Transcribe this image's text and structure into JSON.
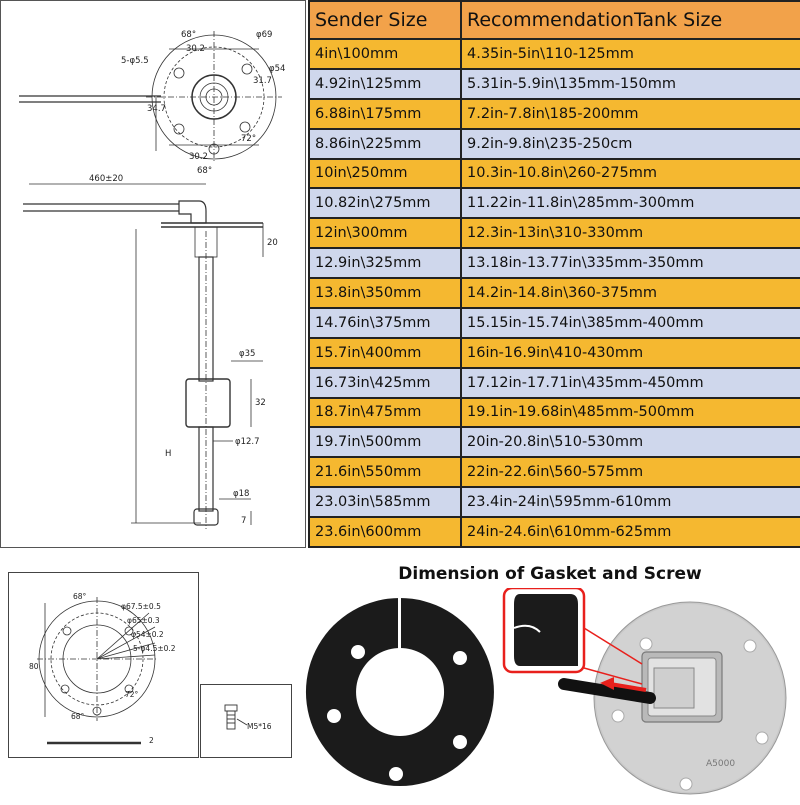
{
  "table": {
    "header": {
      "col1": "Sender Size",
      "col2": "RecommendationTank Size"
    },
    "rows": [
      {
        "sender": "4in\\100mm",
        "tank": "4.35in-5in\\110-125mm",
        "color": "orange"
      },
      {
        "sender": "4.92in\\125mm",
        "tank": "5.31in-5.9in\\135mm-150mm",
        "color": "blue"
      },
      {
        "sender": "6.88in\\175mm",
        "tank": "7.2in-7.8in\\185-200mm",
        "color": "orange"
      },
      {
        "sender": "8.86in\\225mm",
        "tank": "9.2in-9.8in\\235-250cm",
        "color": "blue"
      },
      {
        "sender": "10in\\250mm",
        "tank": "10.3in-10.8in\\260-275mm",
        "color": "orange"
      },
      {
        "sender": "10.82in\\275mm",
        "tank": "11.22in-11.8in\\285mm-300mm",
        "color": "blue"
      },
      {
        "sender": "12in\\300mm",
        "tank": "12.3in-13in\\310-330mm",
        "color": "orange"
      },
      {
        "sender": "12.9in\\325mm",
        "tank": "13.18in-13.77in\\335mm-350mm",
        "color": "blue"
      },
      {
        "sender": "13.8in\\350mm",
        "tank": "14.2in-14.8in\\360-375mm",
        "color": "orange"
      },
      {
        "sender": "14.76in\\375mm",
        "tank": "15.15in-15.74in\\385mm-400mm",
        "color": "blue"
      },
      {
        "sender": "15.7in\\400mm",
        "tank": "16in-16.9in\\410-430mm",
        "color": "orange"
      },
      {
        "sender": "16.73in\\425mm",
        "tank": "17.12in-17.71in\\435mm-450mm",
        "color": "blue"
      },
      {
        "sender": "18.7in\\475mm",
        "tank": "19.1in-19.68in\\485mm-500mm",
        "color": "orange"
      },
      {
        "sender": "19.7in\\500mm",
        "tank": "20in-20.8in\\510-530mm",
        "color": "blue"
      },
      {
        "sender": "21.6in\\550mm",
        "tank": "22in-22.6in\\560-575mm",
        "color": "orange"
      },
      {
        "sender": "23.03in\\585mm",
        "tank": "23.4in-24in\\595mm-610mm",
        "color": "blue"
      },
      {
        "sender": "23.6in\\600mm",
        "tank": "24in-24.6in\\610mm-625mm",
        "color": "orange"
      }
    ]
  },
  "gasket_section": {
    "title": "Dimension of Gasket and Screw"
  },
  "drawing_labels": {
    "angle_68": "68°",
    "angle_72": "72°",
    "dim_30_2": "30.2",
    "dim_31_7": "31.7",
    "dim_5x5_5": "5-φ5.5",
    "dim_d69": "φ69",
    "dim_d54": "φ54",
    "dim_34_7": "34.7",
    "dim_length": "460±20",
    "dim_20": "20",
    "dim_d35": "φ35",
    "dim_32": "32",
    "dim_H": "H",
    "dim_d12_7": "φ12.7",
    "dim_d18": "φ18",
    "dim_7": "7",
    "dim_80": "80",
    "gasket_d1": "φ67.5±0.5",
    "gasket_d2": "φ65±0.3",
    "gasket_d3": "φ54±0.2",
    "gasket_d4": "5-φ4.5±0.2",
    "dim_2": "2",
    "screw": "M5*16"
  },
  "photo_labels": {
    "part_no": "A5000"
  },
  "colors": {
    "orange_row": "#f5b830",
    "blue_row": "#cfd7ec",
    "header_row": "#f2a24a",
    "arrow_red": "#e8201c",
    "gasket_black": "#1b1b1b"
  }
}
